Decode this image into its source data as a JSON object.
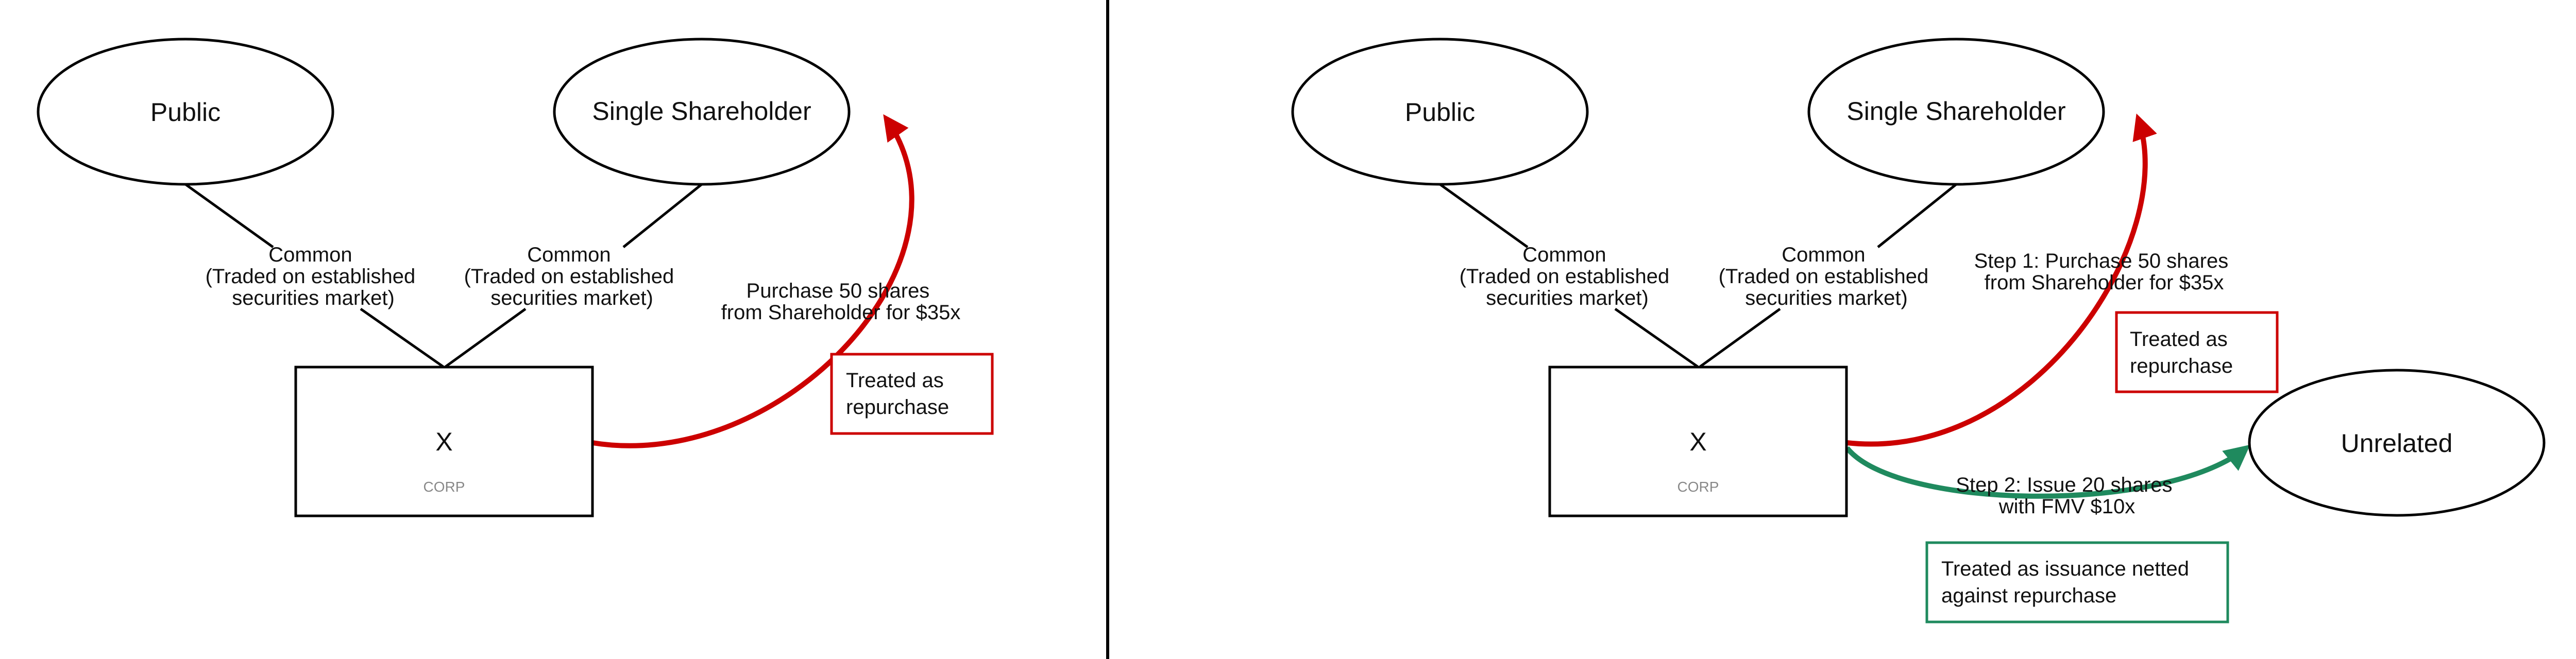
{
  "colors": {
    "line": "#000000",
    "repurchase": "#cc0000",
    "issuance": "#1f8a5e",
    "corp_tag": "#888888"
  },
  "left": {
    "public_label": "Public",
    "shareholder_label": "Single Shareholder",
    "corp_name": "X",
    "corp_tag": "CORP",
    "public_edge": [
      "Common",
      "(Traded on established",
      "securities market)"
    ],
    "shareholder_edge": [
      "Common",
      "(Traded on established",
      "securities market)"
    ],
    "purchase_label": [
      "Purchase 50 shares",
      "from Shareholder for $35x"
    ],
    "repurchase_note": [
      "Treated as",
      "repurchase"
    ]
  },
  "right": {
    "public_label": "Public",
    "shareholder_label": "Single Shareholder",
    "corp_name": "X",
    "corp_tag": "CORP",
    "unrelated_label": "Unrelated",
    "public_edge": [
      "Common",
      "(Traded on established",
      "securities market)"
    ],
    "shareholder_edge": [
      "Common",
      "(Traded on established",
      "securities market)"
    ],
    "step1_label": [
      "Step 1: Purchase 50 shares",
      "from Shareholder for $35x"
    ],
    "repurchase_note": [
      "Treated as",
      "repurchase"
    ],
    "step2_label": [
      "Step 2: Issue 20 shares",
      "with FMV $10x"
    ],
    "issuance_note": [
      "Treated as issuance netted",
      "against repurchase"
    ]
  }
}
